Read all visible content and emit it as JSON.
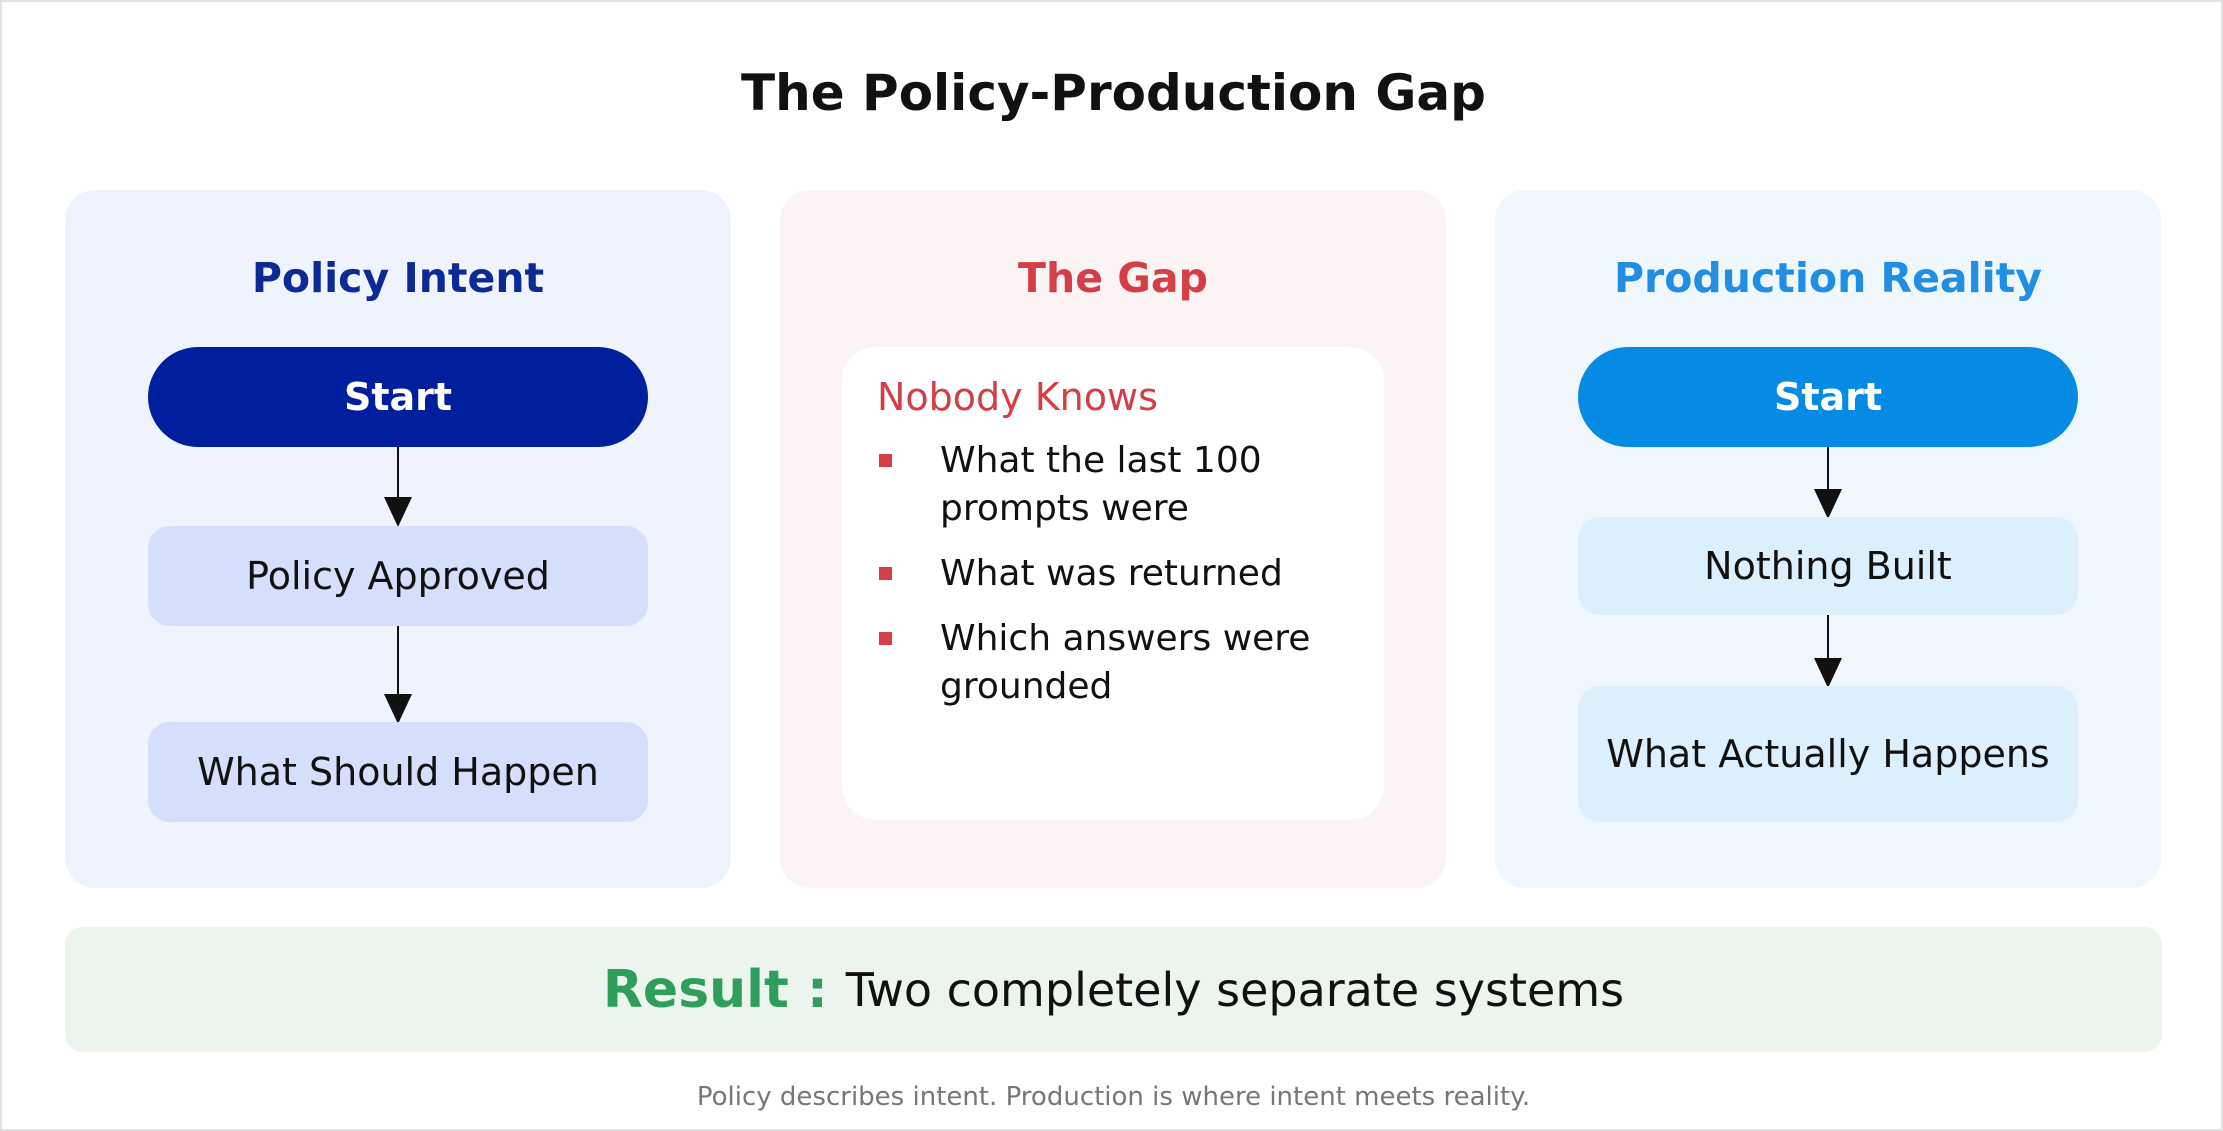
{
  "title": "The Policy-Production Gap",
  "panels": {
    "left": {
      "title": "Policy Intent",
      "start": "Start",
      "steps": [
        "Policy Approved",
        "What Should Happen"
      ]
    },
    "middle": {
      "title": "The Gap",
      "card_title": "Nobody Knows",
      "items": [
        "What the last 100 prompts were",
        "What was returned",
        "Which answers were grounded"
      ]
    },
    "right": {
      "title": "Production Reality",
      "start": "Start",
      "steps": [
        "Nothing Built",
        "What Actually Happens"
      ]
    }
  },
  "result": {
    "label": "Result :",
    "text": "Two completely separate systems"
  },
  "footnote": "Policy describes intent. Production is where intent meets reality.",
  "colors": {
    "policy_blue": "#001f9c",
    "production_blue": "#068be4",
    "gap_red": "#d43f47",
    "result_green": "#2f9e5b"
  }
}
